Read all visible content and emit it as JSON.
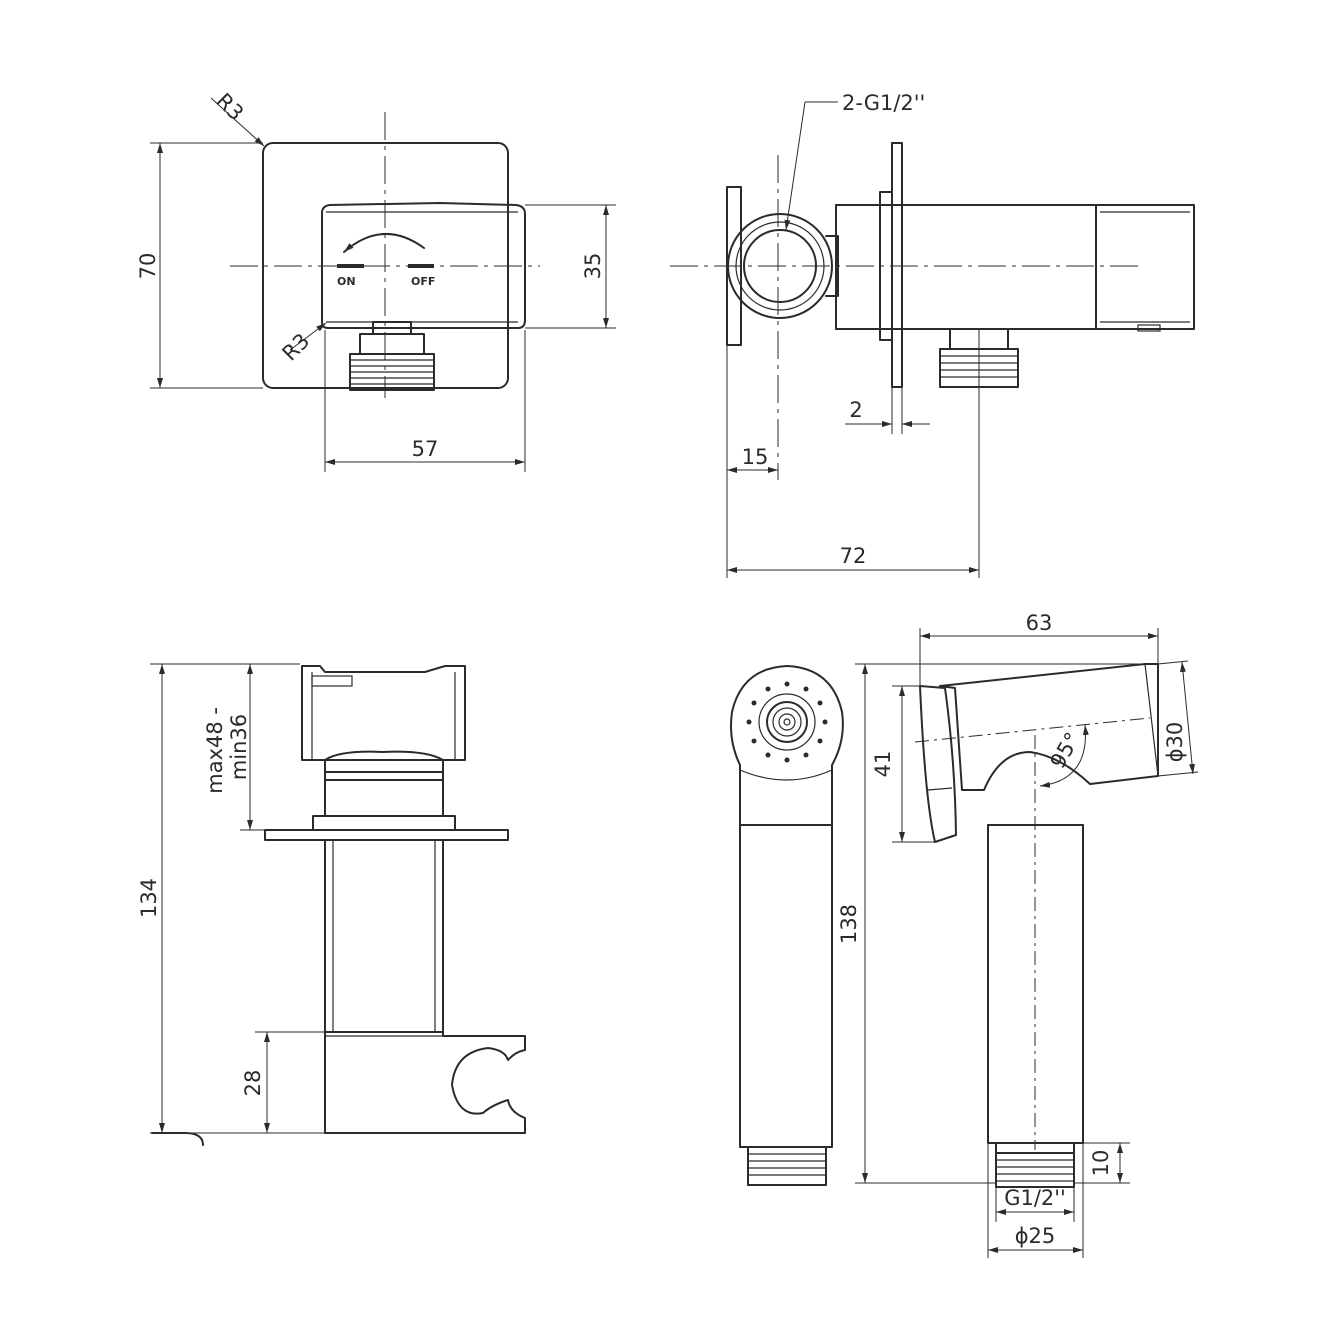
{
  "dimensions": {
    "front_radius_top": "R3",
    "front_height": "70",
    "front_handle_height": "35",
    "front_radius_bottom": "R3",
    "front_width": "57",
    "side_thread": "2-G1/2''",
    "side_plate": "2",
    "side_offset": "15",
    "side_length": "72",
    "holder_total": "134",
    "holder_adjust": "max48 -\nmin36",
    "holder_clip": "28",
    "spray_length": "63",
    "spray_head_dia": "ϕ30",
    "spray_head_height": "41",
    "spray_angle": "95°",
    "spray_total": "138",
    "spray_thread_len": "10",
    "spray_thread": "G1/2''",
    "spray_body_dia": "ϕ25"
  },
  "valve_labels": {
    "on": "ON",
    "off": "OFF"
  }
}
